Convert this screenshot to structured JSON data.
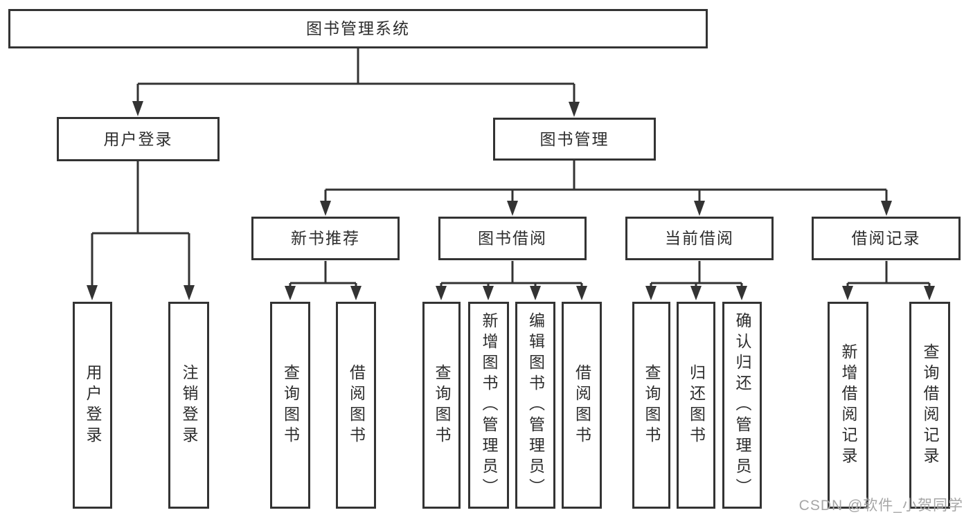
{
  "diagram": {
    "root": {
      "label": "图书管理系统"
    },
    "level2": [
      {
        "label": "用户登录",
        "children": [
          "用户登录",
          "注销登录"
        ]
      },
      {
        "label": "图书管理"
      }
    ],
    "level3": [
      {
        "label": "新书推荐",
        "children": [
          "查询图书",
          "借阅图书"
        ]
      },
      {
        "label": "图书借阅",
        "children": [
          "查询图书",
          "新增图书（管理员）",
          "编辑图书（管理员）",
          "借阅图书"
        ]
      },
      {
        "label": "当前借阅",
        "children": [
          "查询图书",
          "归还图书",
          "确认归还（管理员）"
        ]
      },
      {
        "label": "借阅记录",
        "children": [
          "新增借阅记录",
          "查询借阅记录"
        ]
      }
    ],
    "watermark": "CSDN @软件_小贺同学",
    "colors": {
      "line": "#333333",
      "text": "#2d2d2d",
      "background": "#ffffff",
      "watermark": "#a6a6a6"
    }
  }
}
